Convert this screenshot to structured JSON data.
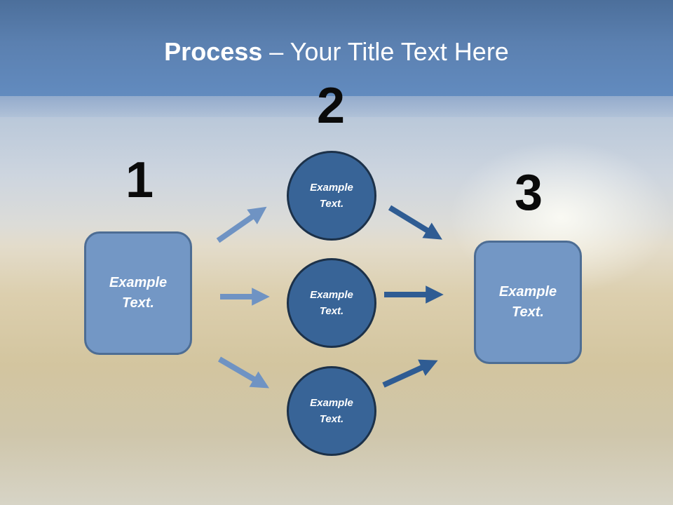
{
  "title": {
    "bold": "Process",
    "rest": " – Your Title Text Here"
  },
  "steps": {
    "one": "1",
    "two": "2",
    "three": "3"
  },
  "nodes": {
    "start": [
      "Example",
      "Text."
    ],
    "top": [
      "Example",
      "Text."
    ],
    "middle": [
      "Example",
      "Text."
    ],
    "bottom": [
      "Example",
      "Text."
    ],
    "end": [
      "Example",
      "Text."
    ]
  },
  "colors": {
    "header": "#5b80b0",
    "box_fill": "#7397c5",
    "circle_fill": "#386497",
    "arrow_light": "#6f93c3",
    "arrow_dark": "#2f5c93"
  }
}
